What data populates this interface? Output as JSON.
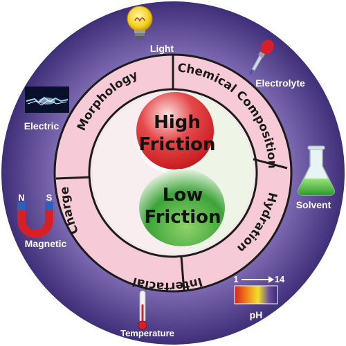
{
  "center": {
    "top_line1": "High",
    "top_line2": "Friction",
    "bottom_line1": "Low",
    "bottom_line2": "Friction"
  },
  "segments": {
    "morphology": "Morphology",
    "chemical_composition": "Chemical Composition",
    "hydration": "Hydration",
    "interfacial": "Interfacial",
    "charge": "Charge"
  },
  "factors": {
    "light": "Light",
    "electrolyte": "Electrolyte",
    "solvent": "Solvent",
    "ph": "pH",
    "ph_scale_start": "1",
    "ph_scale_end": "14",
    "temperature": "Temperature",
    "magnetic": "Magnetic",
    "magnet_n": "N",
    "magnet_s": "S",
    "electric": "Electric"
  },
  "icons": [
    "light-bulb-icon",
    "dropper-icon",
    "flask-icon",
    "ph-scale-icon",
    "thermometer-icon",
    "magnet-icon",
    "electric-discharge-icon"
  ],
  "colors": {
    "outer_circle": "#5c4a91",
    "ring_fill": "#f7cfd9",
    "high_friction": "#d81f26",
    "low_friction": "#3aa33a"
  }
}
